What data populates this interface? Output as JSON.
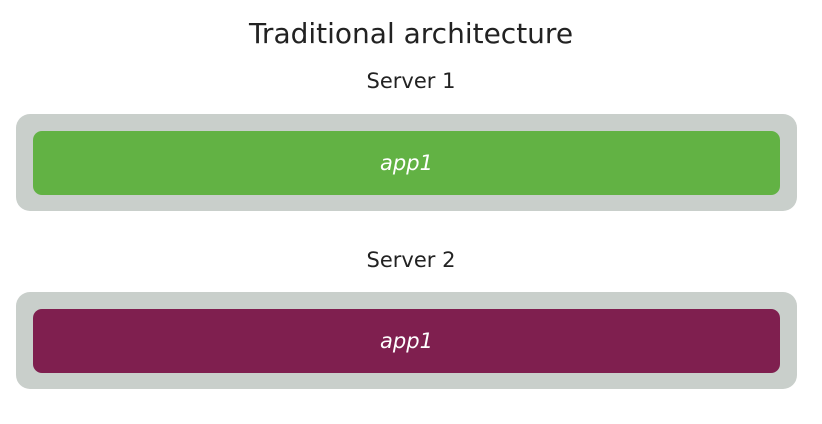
{
  "diagram": {
    "title": "Traditional architecture",
    "servers": [
      {
        "label": "Server 1",
        "app": "app1",
        "app_color": "#62b244"
      },
      {
        "label": "Server 2",
        "app": "app1",
        "app_color": "#7f1f4f"
      }
    ],
    "server_box_color": "#c9cfcb"
  }
}
